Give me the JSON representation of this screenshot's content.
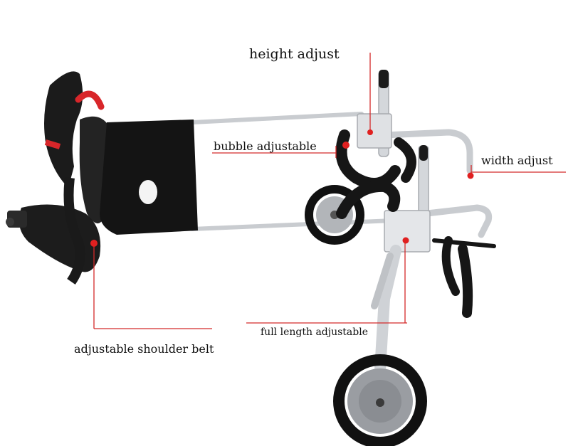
{
  "labels": {
    "height_adjust": "height adjust",
    "bubble_adjustable": "bubble adjustable",
    "width_adjust": "width adjust",
    "full_length_adjustable": "full length adjustable",
    "adjustable_shoulder_belt": "adjustable shoulder belt"
  },
  "colors": {
    "leader_line": "#d42a2a",
    "marker_dot": "#e02020",
    "frame_metal": "#c9ccd0",
    "saddle_fabric": "#141414",
    "strap_red": "#d8262a",
    "tire": "#111111",
    "hub": "#9a9da2"
  }
}
